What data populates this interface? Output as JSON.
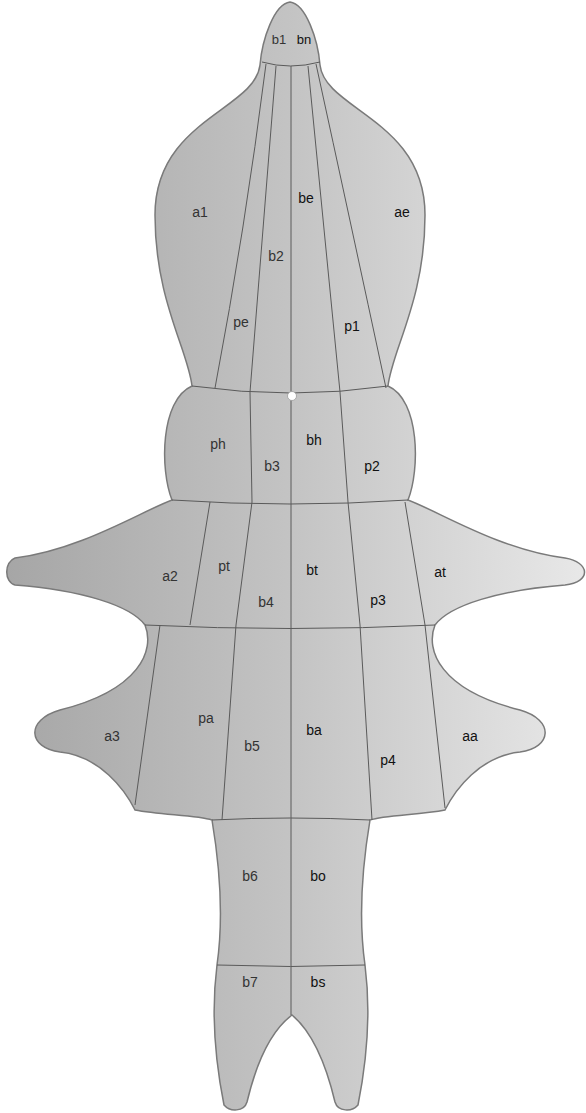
{
  "diagram": {
    "labels": [
      "b1",
      "bn",
      "a1",
      "be",
      "ae",
      "b2",
      "pe",
      "p1",
      "ph",
      "bh",
      "b3",
      "p2",
      "a2",
      "pt",
      "bt",
      "at",
      "b4",
      "p3",
      "pa",
      "ba",
      "a3",
      "b5",
      "p4",
      "aa",
      "b6",
      "bo",
      "b7",
      "bs"
    ]
  }
}
